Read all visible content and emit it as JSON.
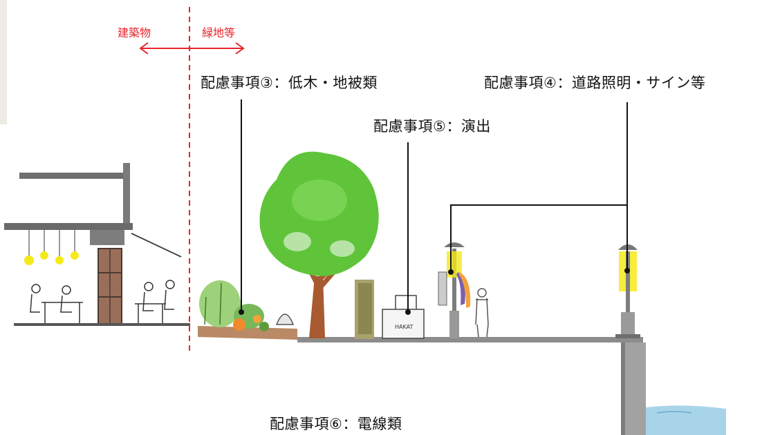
{
  "boundary": {
    "left_label": "建築物",
    "right_label": "緑地等",
    "line_color": "#e8232a"
  },
  "callouts": {
    "item3": "配慮事項③：低木・地被類",
    "item4": "配慮事項④：道路照明・サイン等",
    "item5": "配慮事項⑤：演出",
    "item6": "配慮事項⑥：電線類"
  },
  "sign_text": "HAKAT",
  "colors": {
    "tree_foliage": "#5fc43a",
    "light_glow": "#f4ea1a",
    "water": "#a8d4ea",
    "leader_line": "#111111"
  }
}
